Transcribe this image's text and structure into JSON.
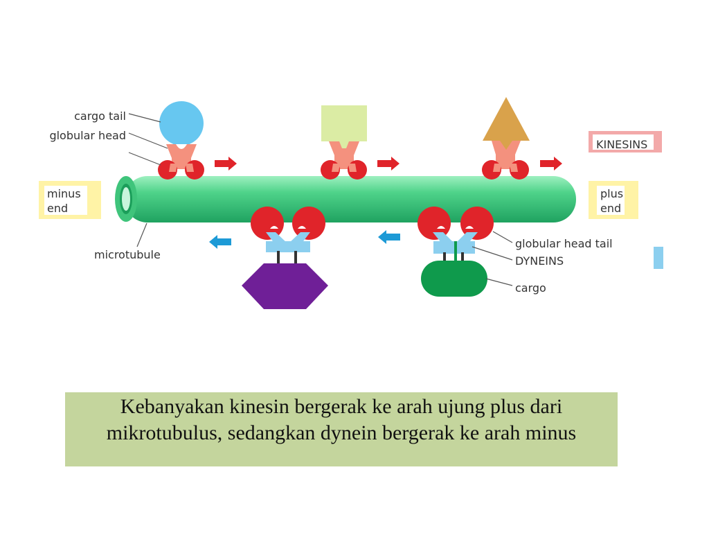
{
  "labels": {
    "cargo_tail": "cargo tail",
    "globular_head": "globular head",
    "minus_end_1": "minus",
    "minus_end_2": "end",
    "plus_end_1": "plus",
    "plus_end_2": "end",
    "microtubule": "microtubule",
    "kinesins": "KINESINS",
    "globular_head_tail": "globular head tail",
    "dyneins": "DYNEINS",
    "cargo": "cargo"
  },
  "caption": {
    "line1": "Kebanyakan kinesin bergerak ke arah ujung plus dari",
    "line2": "mikrotubulus, sedangkan dynein bergerak ke arah minus"
  },
  "colors": {
    "microtubule": "#4fd38a",
    "motor_head": "#e0242a",
    "kinesin_stalk": "#f4917e",
    "dynein_stalk": "#8ccfef",
    "kinesin_arrow": "#e0242a",
    "dynein_arrow": "#1d9ad6",
    "end_label_box": "#fff3a6",
    "kinesin_label_box": "#f3a9a9",
    "caption_bg": "#c4d59d",
    "cargo_circle": "#67c7f0",
    "cargo_square": "#dbeca4",
    "cargo_triangle": "#d9a24b",
    "cargo_hexagon": "#6f1f97",
    "cargo_oval": "#0f9a4c"
  }
}
